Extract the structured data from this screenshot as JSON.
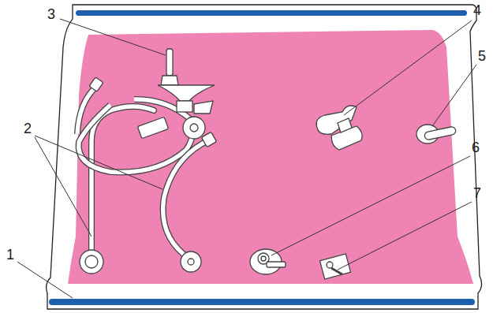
{
  "diagram": {
    "labels": [
      "3",
      "4",
      "5",
      "2",
      "6",
      "7",
      "1"
    ]
  }
}
